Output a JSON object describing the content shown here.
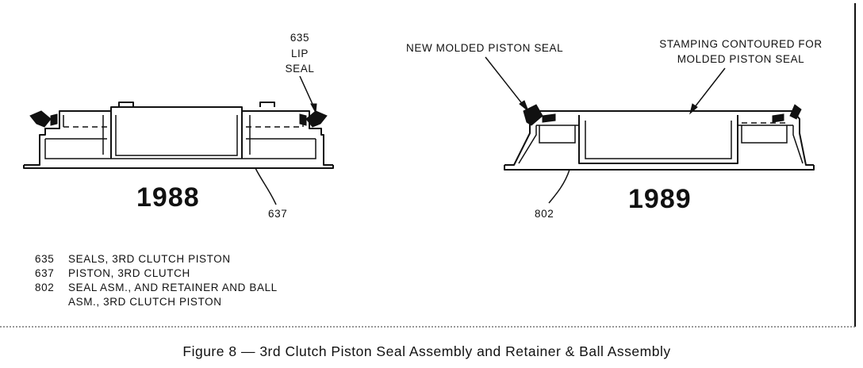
{
  "left_diagram": {
    "year": "1988",
    "callout_lip_seal": [
      "635",
      "LIP",
      "SEAL"
    ],
    "callout_piston": "637"
  },
  "right_diagram": {
    "year": "1989",
    "callout_new_seal": "NEW MOLDED PISTON SEAL",
    "callout_stamping": [
      "STAMPING CONTOURED FOR",
      "MOLDED PISTON SEAL"
    ],
    "callout_seal_asm": "802"
  },
  "legend": [
    {
      "number": "635",
      "text": "SEALS, 3RD CLUTCH PISTON"
    },
    {
      "number": "637",
      "text": "PISTON, 3RD CLUTCH"
    },
    {
      "number": "802",
      "text": "SEAL ASM., AND RETAINER AND BALL"
    },
    {
      "number": "",
      "text": "ASM., 3RD CLUTCH PISTON"
    }
  ],
  "caption": "Figure 8 — 3rd Clutch Piston Seal Assembly and Retainer & Ball Assembly"
}
